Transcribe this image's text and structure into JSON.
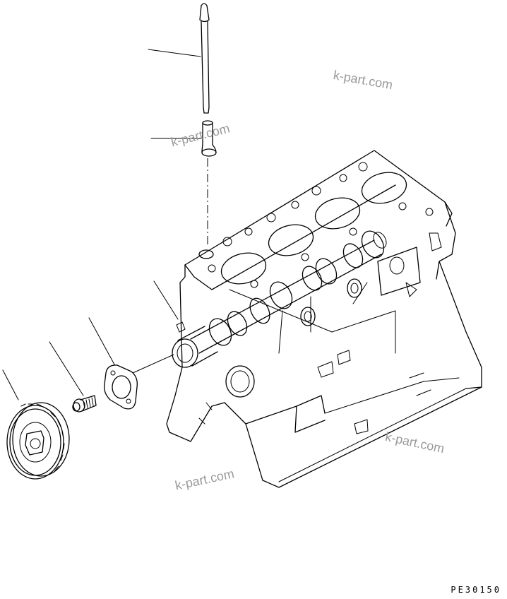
{
  "watermarks": [
    "k-part.com",
    "k-part.com",
    "k-part.com",
    "k-part.com"
  ],
  "drawing_code": "PE30150",
  "parts": [
    {
      "name": "push-rod"
    },
    {
      "name": "tappet"
    },
    {
      "name": "camshaft"
    },
    {
      "name": "thrust-plate"
    },
    {
      "name": "flange-bolt"
    },
    {
      "name": "cam-gear"
    }
  ]
}
